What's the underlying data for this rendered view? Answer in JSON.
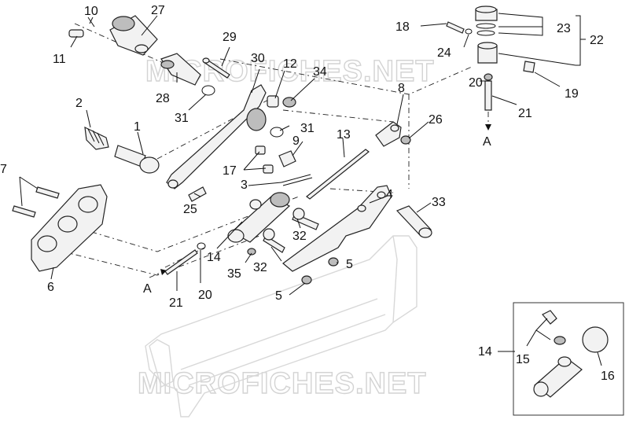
{
  "watermarks": [
    "MICROFICHES.NET",
    "MICROFICHES.NET"
  ],
  "labels": {
    "l1": "1",
    "l2": "2",
    "l3": "3",
    "l4": "4",
    "l5a": "5",
    "l5b": "5",
    "l6": "6",
    "l7": "7",
    "l8": "8",
    "l9": "9",
    "l10": "10",
    "l11": "11",
    "l12": "12",
    "l13": "13",
    "l14": "14",
    "l14b": "14",
    "l15": "15",
    "l16": "16",
    "l17": "17",
    "l18": "18",
    "l19": "19",
    "l20a": "20",
    "l20b": "20",
    "l21a": "21",
    "l21b": "21",
    "l22": "22",
    "l23": "23",
    "l24": "24",
    "l25": "25",
    "l26": "26",
    "l27": "27",
    "l28": "28",
    "l29": "29",
    "l30": "30",
    "l31a": "31",
    "l31b": "31",
    "l32a": "32",
    "l32b": "32",
    "l33": "33",
    "l34": "34",
    "l35": "35",
    "arrowA1": "A",
    "arrowA2": "A"
  }
}
